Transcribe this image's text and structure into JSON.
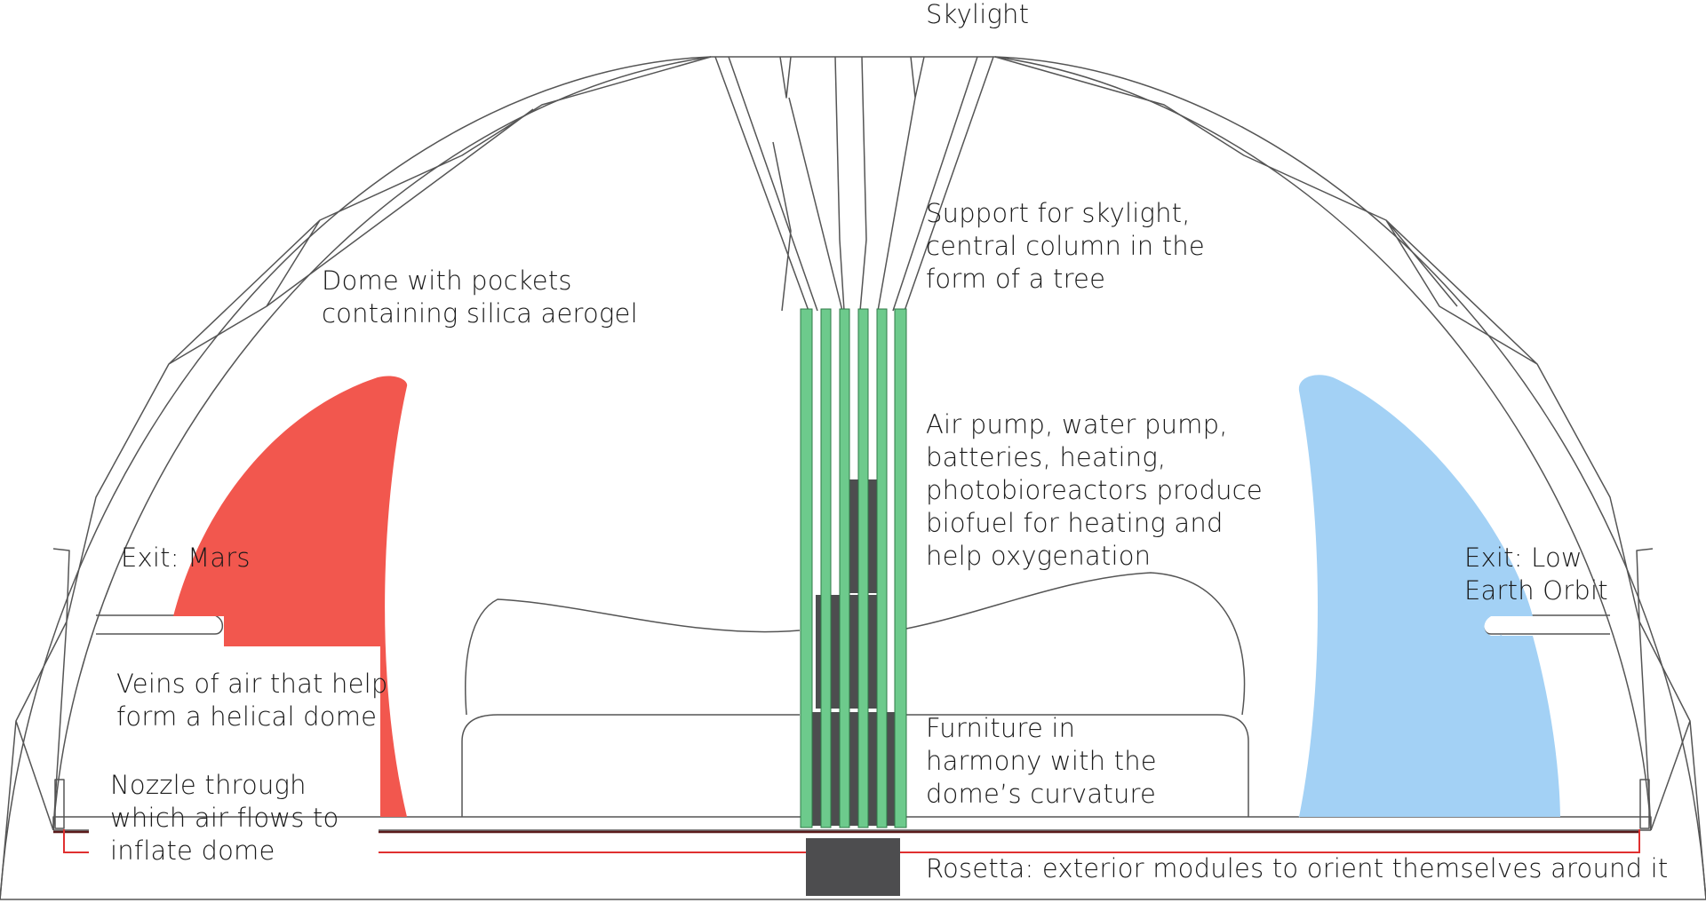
{
  "labels": {
    "skylight": [
      "Skylight"
    ],
    "support": [
      "Support for skylight,",
      "central column in the",
      "form of a tree"
    ],
    "dome_pockets": [
      "Dome with pockets",
      "containing silica aerogel"
    ],
    "air_pump": [
      "Air pump, water pump,",
      "batteries, heating,",
      "photobioreactors produce",
      "biofuel for heating and",
      "help oxygenation"
    ],
    "exit_mars": [
      "Exit: Mars"
    ],
    "exit_leo": [
      "Exit: Low",
      "Earth Orbit"
    ],
    "veins": [
      "Veins of air that help",
      "form a helical dome"
    ],
    "furniture": [
      "Furniture in",
      "harmony with the",
      "dome’s curvature"
    ],
    "nozzle": [
      "Nozzle through",
      "which air flows to",
      "inflate dome"
    ],
    "rosetta": [
      "Rosetta: exterior modules to orient themselves around it"
    ]
  },
  "colors": {
    "outline": "#555555",
    "mars_fin": "#f2574e",
    "leo_fin": "#a3d1f5",
    "column_green": "#6dca8c",
    "equipment_dark": "#4d4d4f",
    "red_line": "#e03030",
    "dark_red_line": "#5a1a1a"
  }
}
